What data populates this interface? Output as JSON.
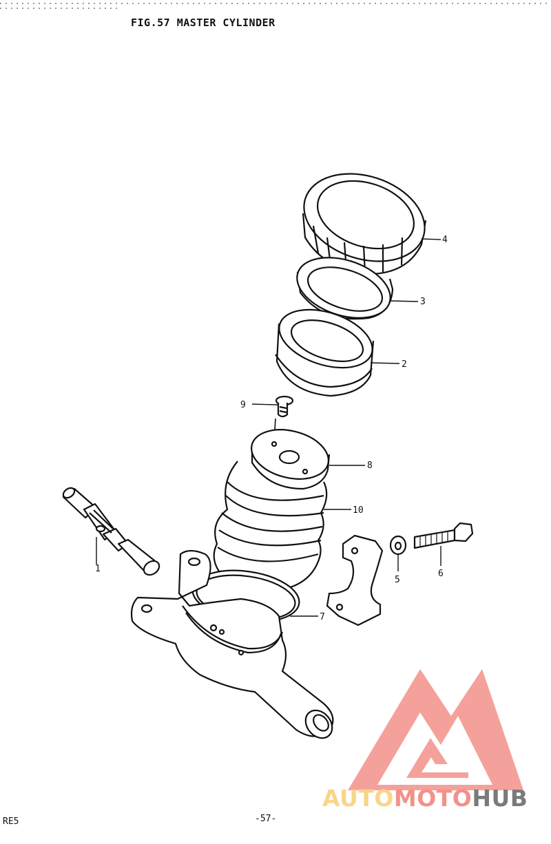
{
  "title": "FIG.57  MASTER CYLINDER",
  "footer": {
    "model": "RE5",
    "page_number": "-57-"
  },
  "watermark": {
    "part1": "AUTO",
    "part2": "MOTO",
    "part3": "HUB",
    "colors": [
      "#f8d58a",
      "#f39189",
      "#7a7a7a"
    ]
  },
  "parts": [
    {
      "ref": "1"
    },
    {
      "ref": "2"
    },
    {
      "ref": "3"
    },
    {
      "ref": "4"
    },
    {
      "ref": "5"
    },
    {
      "ref": "6"
    },
    {
      "ref": "7"
    },
    {
      "ref": "8"
    },
    {
      "ref": "9"
    },
    {
      "ref": "10"
    }
  ]
}
